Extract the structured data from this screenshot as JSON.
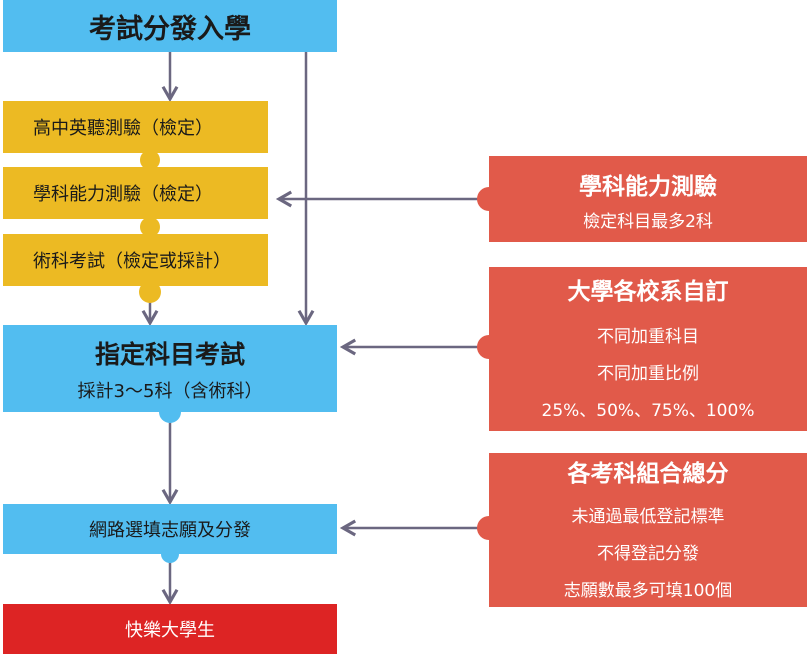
{
  "flow": {
    "title": "考試分發入學",
    "steps": [
      "高中英聽測驗（檢定）",
      "學科能力測驗（檢定）",
      "術科考試（檢定或採計）"
    ],
    "main_exam": {
      "title": "指定科目考試",
      "subtitle": "採計3～5科（含術科）"
    },
    "online": "網路選填志願及分發",
    "final": "快樂大學生"
  },
  "notes": [
    {
      "title": "學科能力測驗",
      "lines": [
        "檢定科目最多2科"
      ]
    },
    {
      "title": "大學各校系自訂",
      "lines": [
        "不同加重科目",
        "不同加重比例",
        "25%、50%、75%、100%"
      ]
    },
    {
      "title": "各考科組合總分",
      "lines": [
        "未通過最低登記標準",
        "不得登記分發",
        "志願數最多可填100個"
      ]
    }
  ],
  "colors": {
    "blue": "#52bdf0",
    "yellow": "#ecba23",
    "red": "#e15a4a",
    "crimson": "#dd2424",
    "arrow": "#6b6780"
  }
}
